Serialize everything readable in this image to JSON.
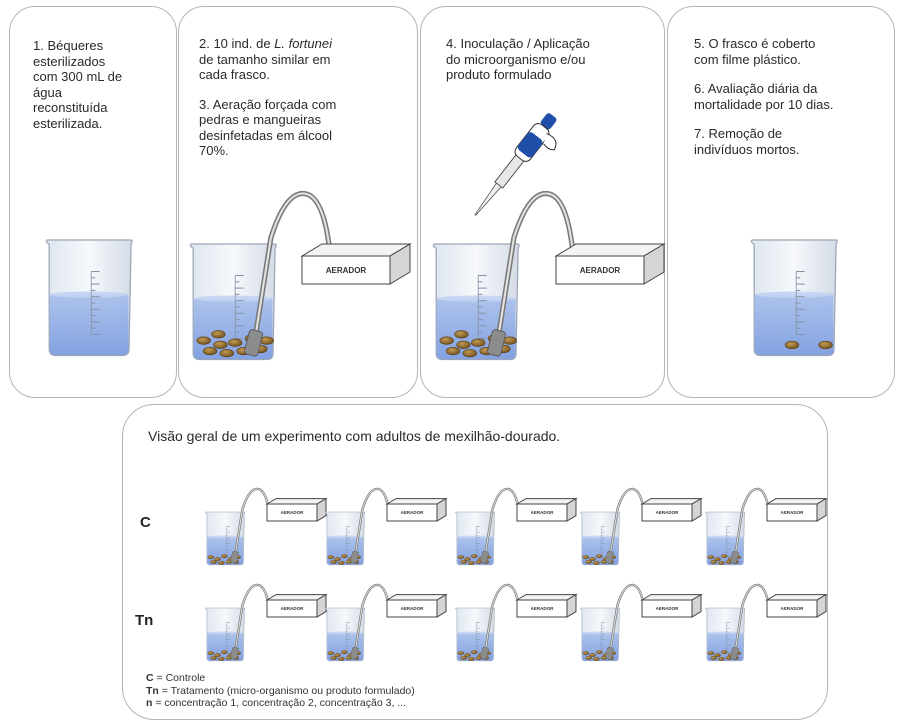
{
  "steps": {
    "s1": "1. Béqueres esterilizados com 300 mL de água reconstituída esterilizada.",
    "s2_prefix": "2. 10 ind. de",
    "s2_species": "L. fortunei",
    "s2_suffix": "de tamanho similar em cada frasco.",
    "s3": "3. Aeração forçada com pedras e mangueiras desinfetadas em álcool 70%.",
    "s4": "4. Inoculação / Aplicação do microorganismo e/ou produto formulado",
    "s5": "5. O frasco é coberto com filme plástico.",
    "s6": "6. Avaliação diária da mortalidade por 10 dias.",
    "s7": "7. Remoção de indivíduos mortos."
  },
  "aerator_label": "AERADOR",
  "overview": {
    "title": "Visão geral de um experimento com adultos de mexilhão-dourado.",
    "row_labels": {
      "control": "C",
      "treatment": "Tn"
    },
    "replicates_per_row": 5,
    "legend": [
      {
        "symbol": "C",
        "text": "= Controle"
      },
      {
        "symbol": "Tn",
        "text": "= Tratamento (micro-organismo ou produto formulado)"
      },
      {
        "symbol": "n",
        "text": "= concentração 1, concentração 2, concentração 3, ..."
      }
    ]
  },
  "colors": {
    "water": "#9cb6e6",
    "water_deep": "#7f9ee0",
    "mussel": "#a0793a",
    "pipette_blue": "#1f4fa8",
    "panel_border": "#b5b5b5"
  }
}
